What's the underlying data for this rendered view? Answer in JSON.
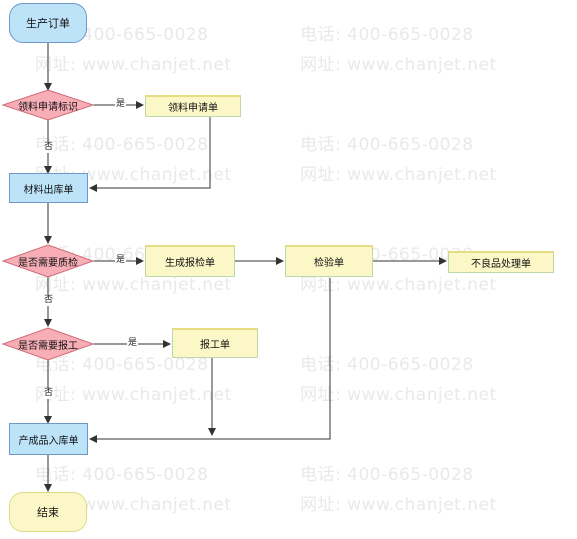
{
  "watermark": {
    "phone": "电话: 400-665-0028",
    "site": "网址: www.chanjet.net"
  },
  "nodes": {
    "start": "生产订单",
    "decision_material": "领料申请标识",
    "material_request": "领料申请单",
    "material_outbound": "材料出库单",
    "decision_inspection": "是否需要质检",
    "report_inspection": "生成报检单",
    "inspection_form": "检验单",
    "defect_handling": "不良品处理单",
    "decision_report": "是否需要报工",
    "work_report": "报工单",
    "product_inbound": "产成品入库单",
    "end": "结束"
  },
  "edge_labels": {
    "yes1": "是",
    "no1": "否",
    "yes2": "是",
    "no2": "否",
    "yes3": "是",
    "no3": "否"
  },
  "colors": {
    "process_fill": "#bde3f9",
    "decision_fill": "#f7aeb7",
    "document_fill": "#fbf7c6",
    "end_fill": "#fbf7c6",
    "line": "#333333"
  }
}
